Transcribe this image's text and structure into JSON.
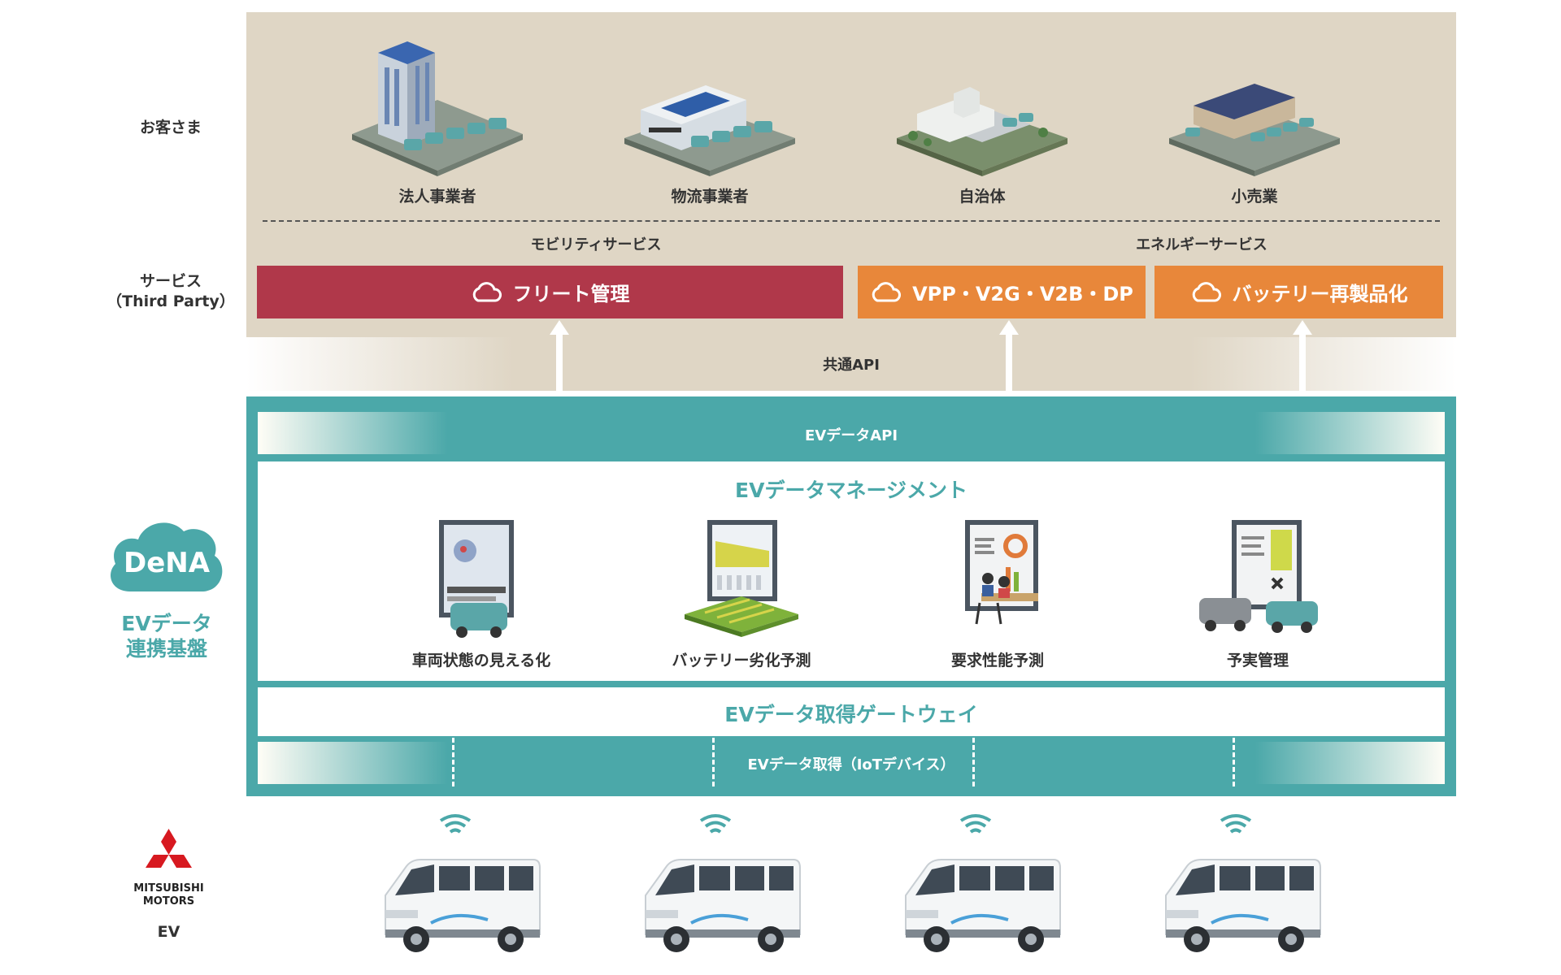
{
  "side_labels": {
    "customers": "お客さま",
    "services": "サービス\n（Third Party）"
  },
  "customers": [
    {
      "label": "法人事業者",
      "icon": "office-building-icon"
    },
    {
      "label": "物流事業者",
      "icon": "logistics-warehouse-icon"
    },
    {
      "label": "自治体",
      "icon": "municipal-building-icon"
    },
    {
      "label": "小売業",
      "icon": "retail-store-icon"
    }
  ],
  "service_groups": {
    "mobility": "モビリティサービス",
    "energy": "エネルギーサービス"
  },
  "services": [
    {
      "label": "フリート管理",
      "color": "#b0384a",
      "icon": "cloud-icon"
    },
    {
      "label": "VPP・V2G・V2B・DP",
      "color": "#e8873a",
      "icon": "cloud-icon"
    },
    {
      "label": "バッテリー再製品化",
      "color": "#e8873a",
      "icon": "cloud-icon"
    }
  ],
  "common_api": "共通API",
  "ev_data_api": "EVデータAPI",
  "management": {
    "title": "EVデータマネージメント",
    "features": [
      {
        "label": "車両状態の見える化",
        "icon": "vehicle-status-map-icon"
      },
      {
        "label": "バッテリー劣化予測",
        "icon": "battery-degradation-chart-icon"
      },
      {
        "label": "要求性能予測",
        "icon": "performance-analysis-icon"
      },
      {
        "label": "予実管理",
        "icon": "plan-actual-management-icon"
      }
    ]
  },
  "gateway": "EVデータ取得ゲートウェイ",
  "iot": "EVデータ取得（IoTデバイス）",
  "platform": {
    "brand": "DeNA",
    "caption_line1": "EVデータ",
    "caption_line2": "連携基盤"
  },
  "oem": {
    "name_line1": "MITSUBISHI",
    "name_line2": "MOTORS",
    "ev": "EV"
  },
  "colors": {
    "teal": "#4ba8a9",
    "beige": "#dfd6c5",
    "fleet": "#b0384a",
    "energy": "#e8873a"
  }
}
